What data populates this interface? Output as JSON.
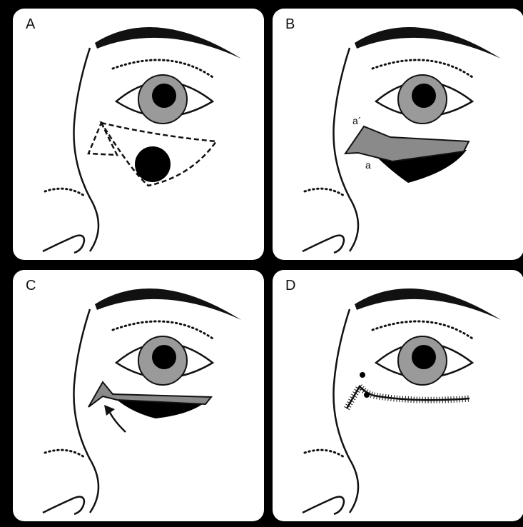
{
  "panels": {
    "a": {
      "label": "A"
    },
    "b": {
      "label": "B",
      "point_labels": {
        "a_prime": "a´",
        "a": "a"
      }
    },
    "c": {
      "label": "C"
    },
    "d": {
      "label": "D"
    }
  },
  "colors": {
    "background": "#000000",
    "panel": "#ffffff",
    "iris": "#9a9a9a",
    "flap_dark": "#000000",
    "flap_gray": "#8a8a8a",
    "line": "#111111"
  }
}
